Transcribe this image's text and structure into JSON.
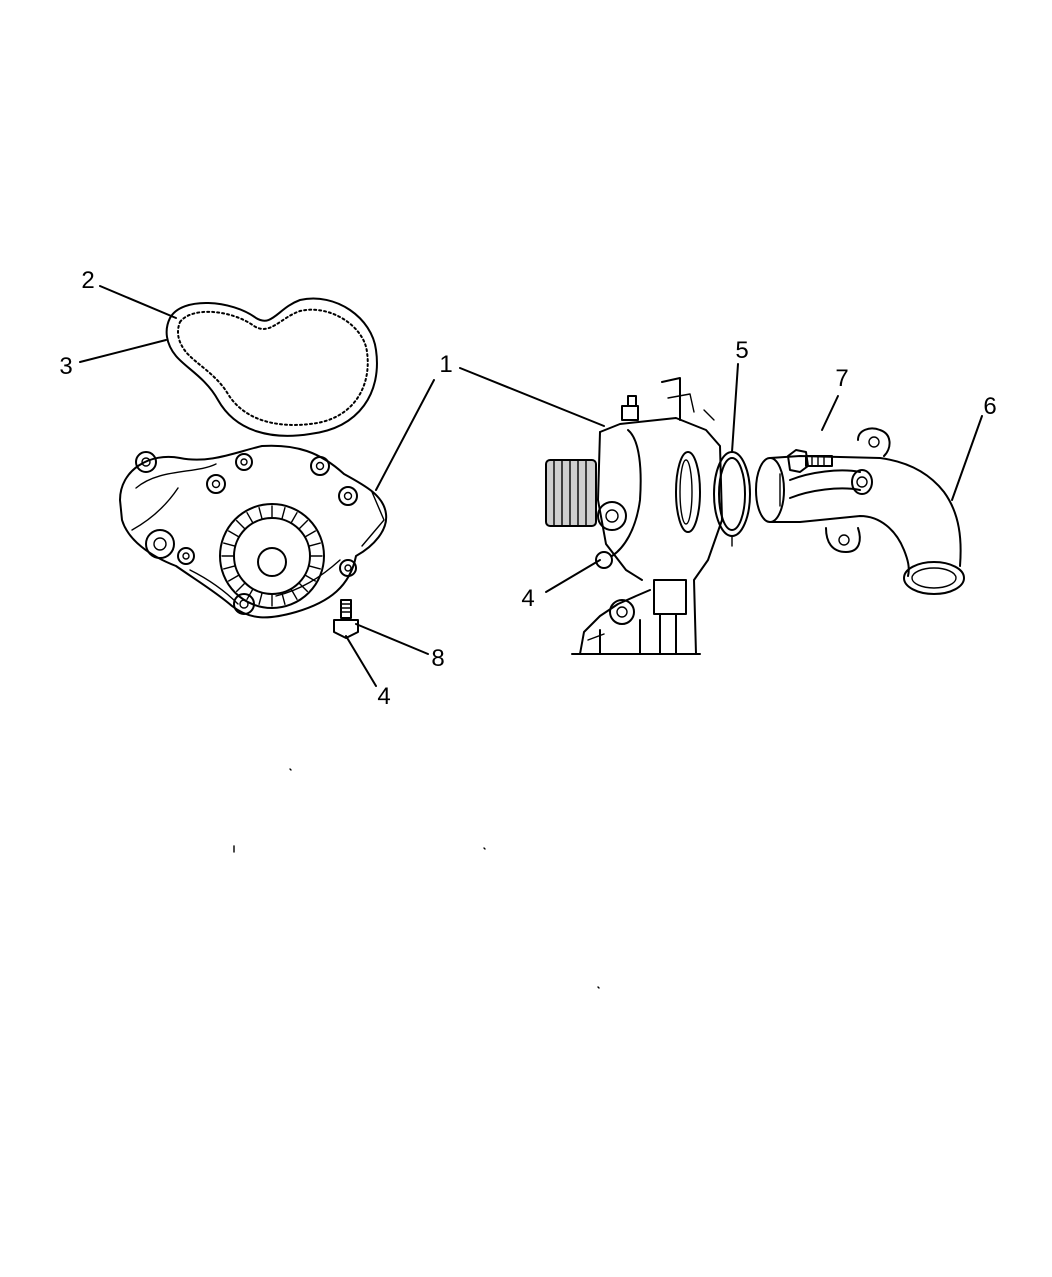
{
  "callouts": {
    "water_pump": "1",
    "gasket_outer": "2",
    "gasket_inner": "3",
    "bolt_upper": "4",
    "o_ring": "5",
    "inlet_tube": "6",
    "tube_bolt": "7",
    "pump_bolt": "8",
    "bolt_lower": "4"
  },
  "colors": {
    "line": "#000000",
    "background": "#ffffff",
    "shade": "#cfcfcf"
  }
}
